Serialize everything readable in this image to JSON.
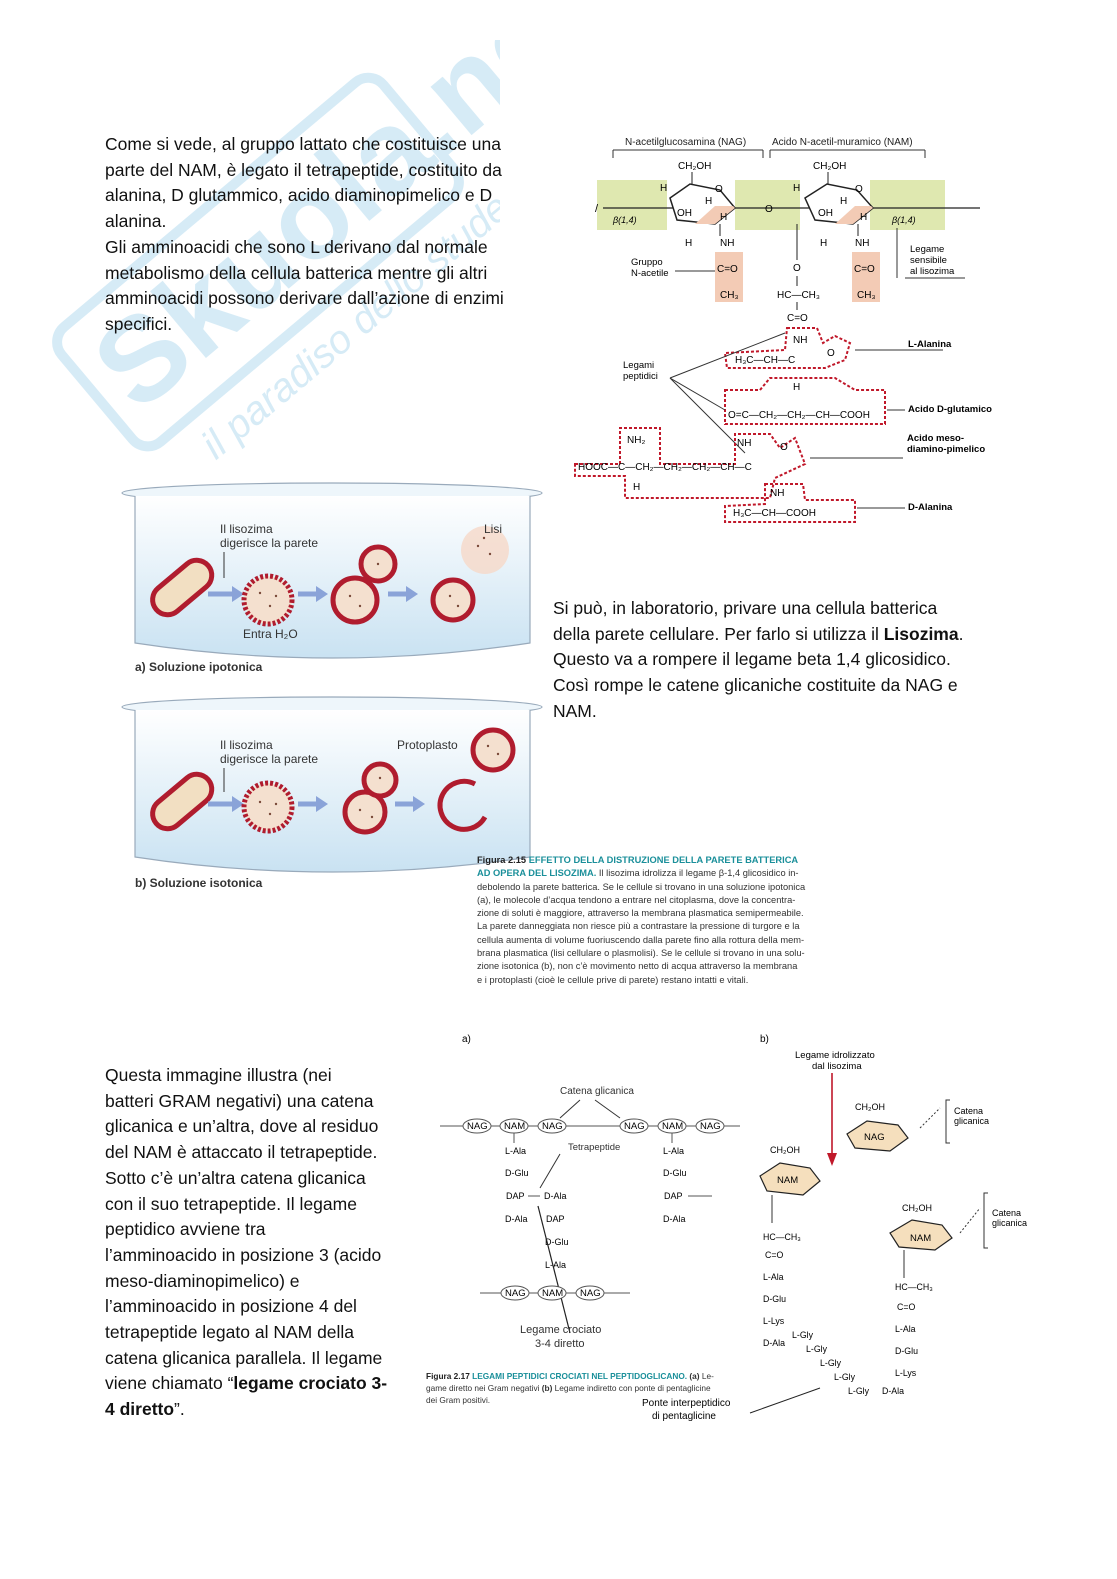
{
  "watermark": {
    "brand": "Skuola.net",
    "tagline": "il paradiso dello studente"
  },
  "para1": {
    "lines": [
      "Come si vede, al gruppo lattato che costituisce una",
      "parte del NAM, è legato il tetrapeptide, costituito da",
      "alanina, D glutammico, acido diaminopimelico e D",
      "alanina.",
      "Gli amminoacidi che sono L derivano dal normale",
      "metabolismo della cellula batterica mentre gli altri",
      "amminoacidi possono derivare dall’azione di enzimi",
      "specifici."
    ]
  },
  "para2": {
    "line1": " Si può, in laboratorio, privare una cellula batterica",
    "line2_pre": " della parete cellulare. Per farlo si utilizza il ",
    "line2_bold": "Lisozima",
    "line2_post": ".",
    "line3": " Questo va a rompere il legame beta 1,4 glicosidico.",
    "line4": " Così rompe le catene glicaniche costituite da NAG e",
    "line5": "NAM."
  },
  "para3": {
    "lines": [
      "Questa immagine illustra (nei",
      "batteri GRAM negativi) una catena",
      "glicanica e un’altra, dove al residuo",
      "del NAM è attaccato il tetrapeptide.",
      "Sotto c’è un’altra catena glicanica",
      "con il suo tetrapeptide. Il legame",
      "peptidico avviene tra",
      "l’amminoacido in posizione 3 (acido",
      "meso-diaminopimelico) e",
      "l’amminoacido in posizione 4 del",
      "tetrapeptide legato al NAM della",
      "catena glicanica parallela. Il legame"
    ],
    "last_pre": "viene chiamato “",
    "last_bold1": "legame crociato 3-",
    "last_bold2": "4 diretto",
    "last_post": "”."
  },
  "fig_structure": {
    "nag_label": "N-acetilglucosamina (NAG)",
    "nam_label": "Acido N-acetil-muramico (NAM)",
    "ch2oh": "CH₂OH",
    "beta_left": "β(1,4)",
    "beta_right": "β(1,4)",
    "gruppo": "Gruppo",
    "n_acetile": "N-acetile",
    "legame_line1": "Legame",
    "legame_line2": "sensibile",
    "legame_line3": "al lisozima",
    "legami_line1": "Legami",
    "legami_line2": "peptidici",
    "hc_ch3": "HC—CH₃",
    "c_eq_o": "C=O",
    "nh": "NH",
    "ala_group": "H₃C—CH—C",
    "glu_group": "O=C—CH₂—CH₂—CH—COOH",
    "dap_group": "HOOC—C—CH₂—CH₂—CH₂—CH—C",
    "nh2": "NH₂",
    "dala_group": "H₃C—CH—COOH",
    "l_alanina": "L-Alanina",
    "d_glutamico": "Acido D-glutamico",
    "meso_line1": "Acido meso-",
    "meso_line2": "diamino-pimelico",
    "d_alanina": "D-Alanina"
  },
  "fig_beakers": {
    "label_a_line1": "Il lisozima",
    "label_a_line2": "digerisce la parete",
    "lisi": "Lisi",
    "entra": "Entra H₂O",
    "caption_a": "a) Soluzione ipotonica",
    "label_b_line1": "Il lisozima",
    "label_b_line2": "digerisce la parete",
    "protoplasto": "Protoplasto",
    "caption_b": "b) Soluzione isotonica"
  },
  "caption_215": {
    "fig_num": "Figura 2.15",
    "title1": "EFFETTO DELLA DISTRUZIONE DELLA PARETE BATTERICA",
    "title2": "AD OPERA DEL LISOZIMA.",
    "text1": " Il lisozima idrolizza il legame β-1,4 glicosidico in-",
    "lines": [
      "debolendo la parete batterica. Se le cellule si trovano in una soluzione ipotonica",
      "(a), le molecole d’acqua tendono a entrare nel citoplasma, dove la concentra-",
      "zione di soluti è maggiore, attraverso la membrana plasmatica semipermeabile.",
      "La parete danneggiata non riesce più a contrastare la pressione di turgore e la",
      "cellula aumenta di volume fuoriuscendo dalla parete fino alla rottura della mem-",
      "brana plasmatica (lisi cellulare o plasmolisi). Se le cellule si trovano in una solu-",
      "zione isotonica (b), non c’è movimento netto di acqua attraverso la membrana",
      "e i protoplasti (cioè le cellule prive di parete) restano intatti e vitali."
    ]
  },
  "fig_crosslink": {
    "panel_a": "a)",
    "panel_b": "b)",
    "catena_glicanica": "Catena glicanica",
    "tetrapeptide": "Tetrapeptide",
    "nag": "NAG",
    "nam": "NAM",
    "l_ala": "L-Ala",
    "d_glu": "D-Glu",
    "dap": "DAP",
    "d_ala": "D-Ala",
    "legame_crociato_1": "Legame crociato",
    "legame_crociato_2": "3-4 diretto",
    "legame_idro_1": "Legame idrolizzato",
    "legame_idro_2": "dal lisozima",
    "catena_1": "Catena",
    "catena_2": "glicanica",
    "ch2oh": "CH₂OH",
    "hc_ch3": "HC—CH₃",
    "c_eq_o": "C=O",
    "l_lys": "L-Lys",
    "l_gly": "L-Gly",
    "ponte_1": "Ponte interpeptidico",
    "ponte_2": "di pentaglicine"
  },
  "caption_217": {
    "fig_num": "Figura 2.17",
    "title": "LEGAMI PEPTIDICI CROCIATI NEL PEPTIDOGLICANO.",
    "a_label": " (a)",
    "text1": " Le-",
    "line2_pre": "game diretto nei Gram negativi ",
    "line2_b": "(b)",
    "line2_post": " Legame indiretto con ponte di pentaglicine",
    "line3": "dei Gram positivi."
  }
}
